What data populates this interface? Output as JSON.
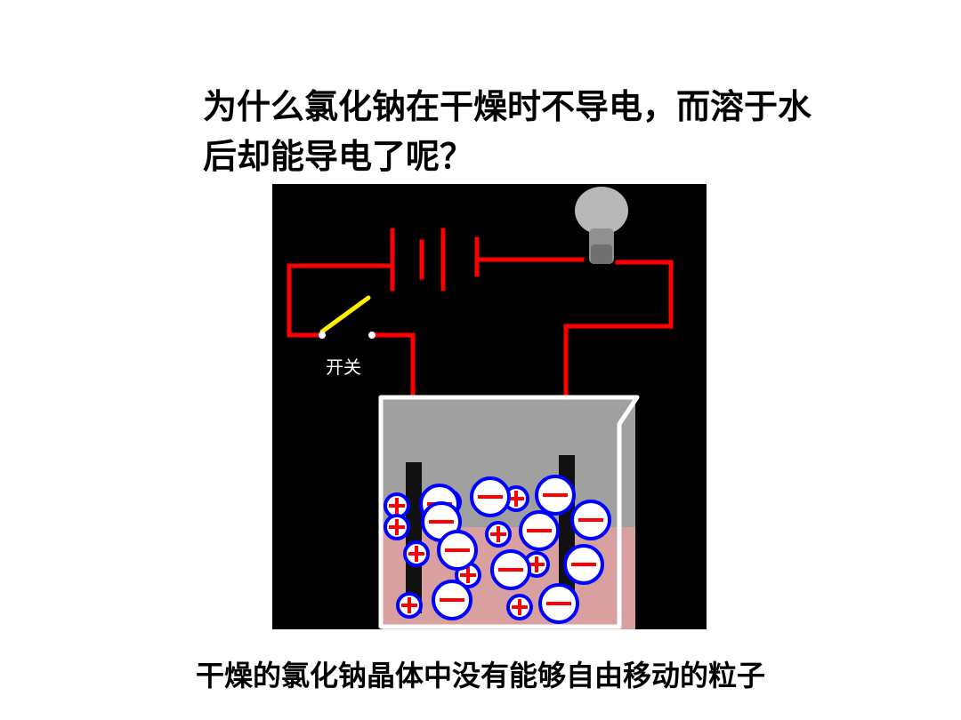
{
  "question": {
    "line1": "为什么氯化钠在干燥时不导电，而溶于水",
    "line2": "后却能导电了呢？"
  },
  "diagram": {
    "switch_label": "开关",
    "positive_ion_symbol": "+",
    "negative_ion_symbol": "−",
    "colors": {
      "background": "#000000",
      "wire": "#ff0000",
      "switch": "#ffee00",
      "positive_ion": "#ff0000",
      "negative_ion": "#ff0000",
      "ion_outline": "#0000ff",
      "solution": "#d9a0a0",
      "beaker_air": "#a0a0a0",
      "electrode": "#111111"
    }
  },
  "caption": "干燥的氯化钠晶体中没有能够自由移动的粒子"
}
